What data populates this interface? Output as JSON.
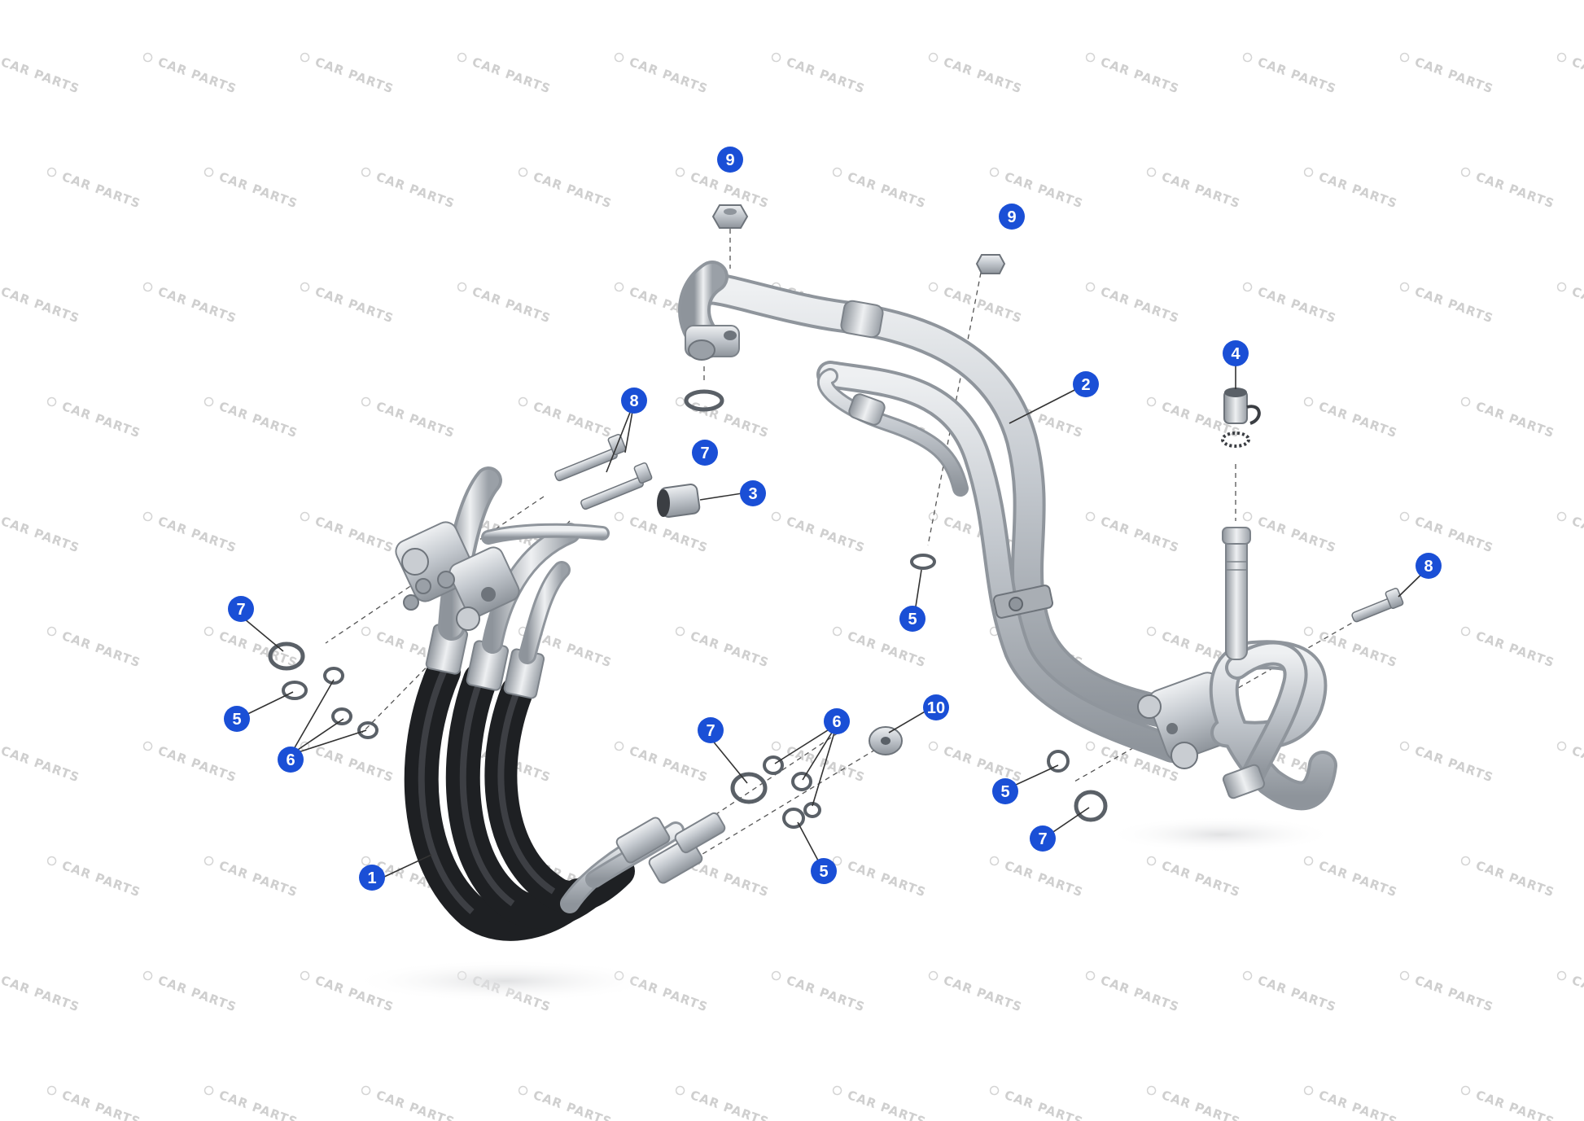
{
  "watermark": {
    "text": "CAR PARTS"
  },
  "colors": {
    "callout": "#1a4fd6",
    "metal": "#b9bec4",
    "hose": "#2b2d31",
    "leader": "#333333"
  },
  "callouts": [
    {
      "id": "c9a",
      "label": "9"
    },
    {
      "id": "c9b",
      "label": "9"
    },
    {
      "id": "c2",
      "label": "2"
    },
    {
      "id": "c4",
      "label": "4"
    },
    {
      "id": "c8a",
      "label": "8"
    },
    {
      "id": "c7a",
      "label": "7"
    },
    {
      "id": "c3",
      "label": "3"
    },
    {
      "id": "c5a",
      "label": "5"
    },
    {
      "id": "c8b",
      "label": "8"
    },
    {
      "id": "c7b",
      "label": "7"
    },
    {
      "id": "c5b",
      "label": "5"
    },
    {
      "id": "c6a",
      "label": "6"
    },
    {
      "id": "c7c",
      "label": "7"
    },
    {
      "id": "c6b",
      "label": "6"
    },
    {
      "id": "c10",
      "label": "10"
    },
    {
      "id": "c5c",
      "label": "5"
    },
    {
      "id": "c7d",
      "label": "7"
    },
    {
      "id": "c1",
      "label": "1"
    },
    {
      "id": "c5d",
      "label": "5"
    }
  ]
}
